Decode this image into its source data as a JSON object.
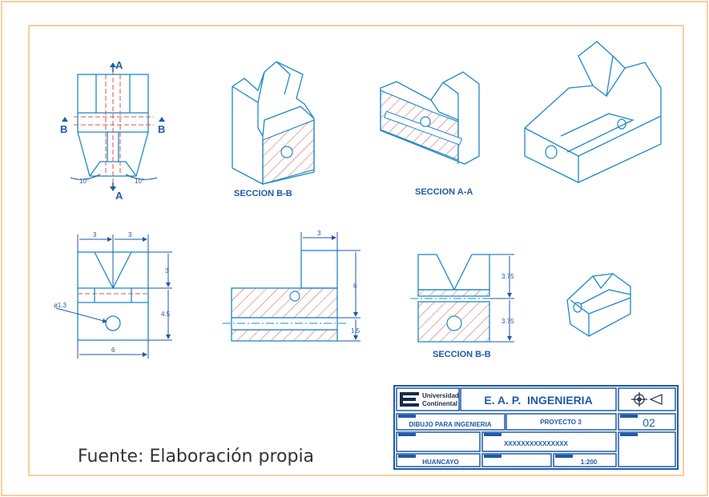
{
  "colors": {
    "line": "#1e88c8",
    "hatch": "#e05050",
    "dim": "#1f5aa8",
    "frame": "#f0c080",
    "text": "#333333"
  },
  "section_markers": {
    "a_top": "A",
    "a_bottom": "A",
    "b_left": "B",
    "b_right": "B"
  },
  "angles": {
    "left": "10°",
    "right": "10°"
  },
  "labels": {
    "section_bb_top": "SECCION B-B",
    "section_aa": "SECCION A-A",
    "section_bb_bottom": "SECCION B-B"
  },
  "dims": {
    "front_top_left": "3",
    "front_top_right": "3",
    "front_bottom": "6",
    "front_right_upper": "3",
    "front_right_lower": "4.5",
    "front_diameter": "ø1.3",
    "side_top": "3",
    "side_right_upper": "6",
    "side_right_lower": "1.5",
    "sect_upper": "3.75",
    "sect_lower": "3.75"
  },
  "title_block": {
    "university_line1": "Universidad",
    "university_line2": "Continental",
    "school": "E. A. P.  INGENIERIA",
    "course": "DIBUJO PARA INGENIERIA",
    "project": "PROYECTO 3",
    "sheet_number": "02",
    "student": "XXXXXXXXXXXXXXX",
    "city": "HUANCAYO",
    "scale": "1:200",
    "projection_symbol": "first-angle-projection-icon"
  },
  "caption": "Fuente: Elaboración propia"
}
